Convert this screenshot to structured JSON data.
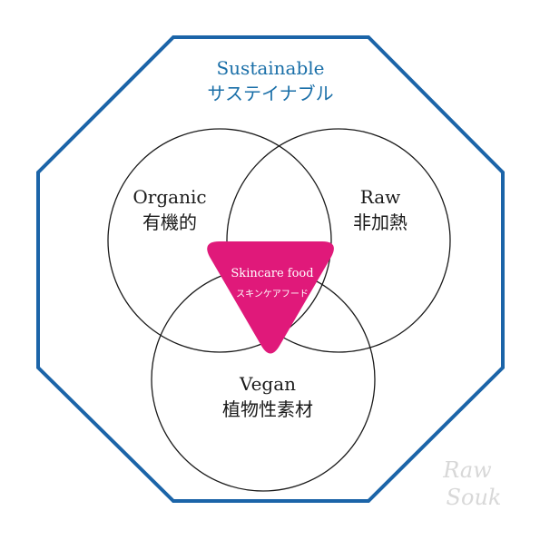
{
  "title": {
    "en": "Sustainable",
    "ja": "サステイナブル"
  },
  "sets": {
    "organic": {
      "en": "Organic",
      "ja": "有機的"
    },
    "raw": {
      "en": "Raw",
      "ja": "非加熱"
    },
    "vegan": {
      "en": "Vegan",
      "ja": "植物性素材"
    }
  },
  "center": {
    "en": "Skincare food",
    "ja": "スキンケアフード"
  },
  "logo": {
    "line1": "Raw",
    "line2": "Souk"
  },
  "colors": {
    "octagon_stroke": "#1b64a8",
    "title_text": "#1a6fa8",
    "center_fill": "#e0197a",
    "circle_stroke": "#1a1a1a",
    "logo_text": "#d8d8d8"
  }
}
